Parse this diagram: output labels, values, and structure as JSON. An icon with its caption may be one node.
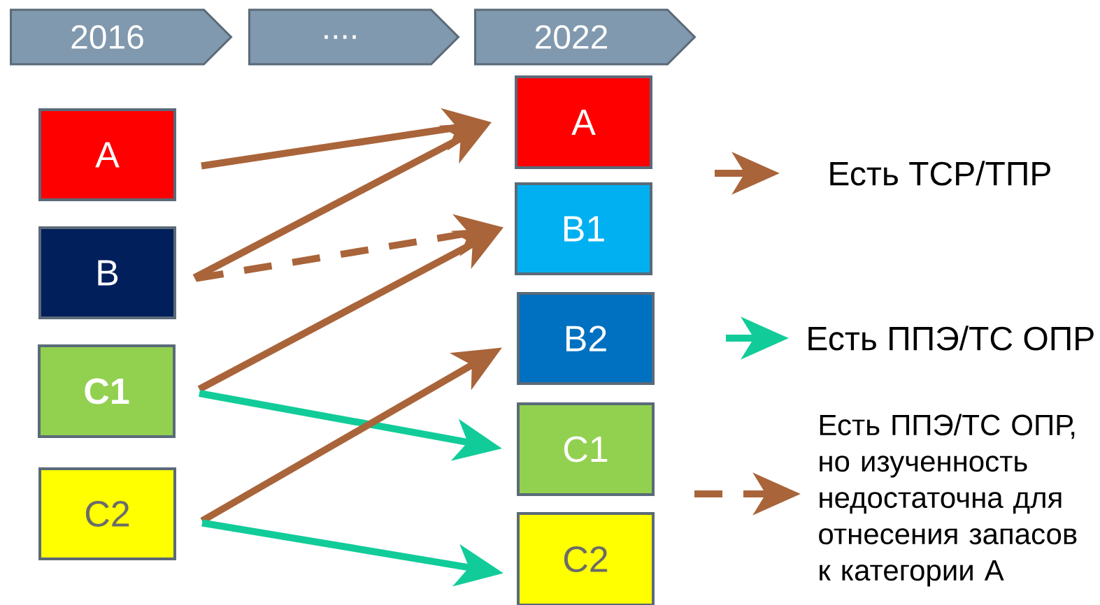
{
  "diagram": {
    "nodes": [
      {
        "text": [
          "2016"
        ]
      },
      {
        "text": [
          "...."
        ]
      },
      {
        "text": [
          "2022"
        ]
      },
      {
        "text": [
          "A"
        ]
      },
      {
        "text": [
          "B"
        ]
      },
      {
        "text": [
          "C1"
        ]
      },
      {
        "text": [
          "C2"
        ]
      },
      {
        "text": [
          "A"
        ]
      },
      {
        "text": [
          "B1"
        ]
      },
      {
        "text": [
          "B2"
        ]
      },
      {
        "text": [
          "C1"
        ]
      },
      {
        "text": [
          "C2"
        ]
      }
    ],
    "edges": [
      {
        "from": 3,
        "to": 7,
        "arrow": "to"
      },
      {
        "from": 4,
        "to": 7,
        "arrow": "to"
      },
      {
        "from": 4,
        "to": 8,
        "arrow": "to",
        "style": "dashed"
      },
      {
        "from": 5,
        "to": 8,
        "arrow": "to"
      },
      {
        "from": 5,
        "to": 10,
        "arrow": "to",
        "color": "#11cc99"
      },
      {
        "from": 6,
        "to": 9,
        "arrow": "to"
      },
      {
        "from": 6,
        "to": 11,
        "arrow": "to",
        "color": "#11cc99"
      }
    ],
    "legend": [
      {
        "text": "Есть ТСР/ТПР"
      },
      {
        "text": "Есть ППЭ/ТС ОПР"
      },
      {
        "text": "Есть ППЭ/ТС ОПР, но изученность недостаточна для отнесения запасов к категории А"
      }
    ]
  }
}
